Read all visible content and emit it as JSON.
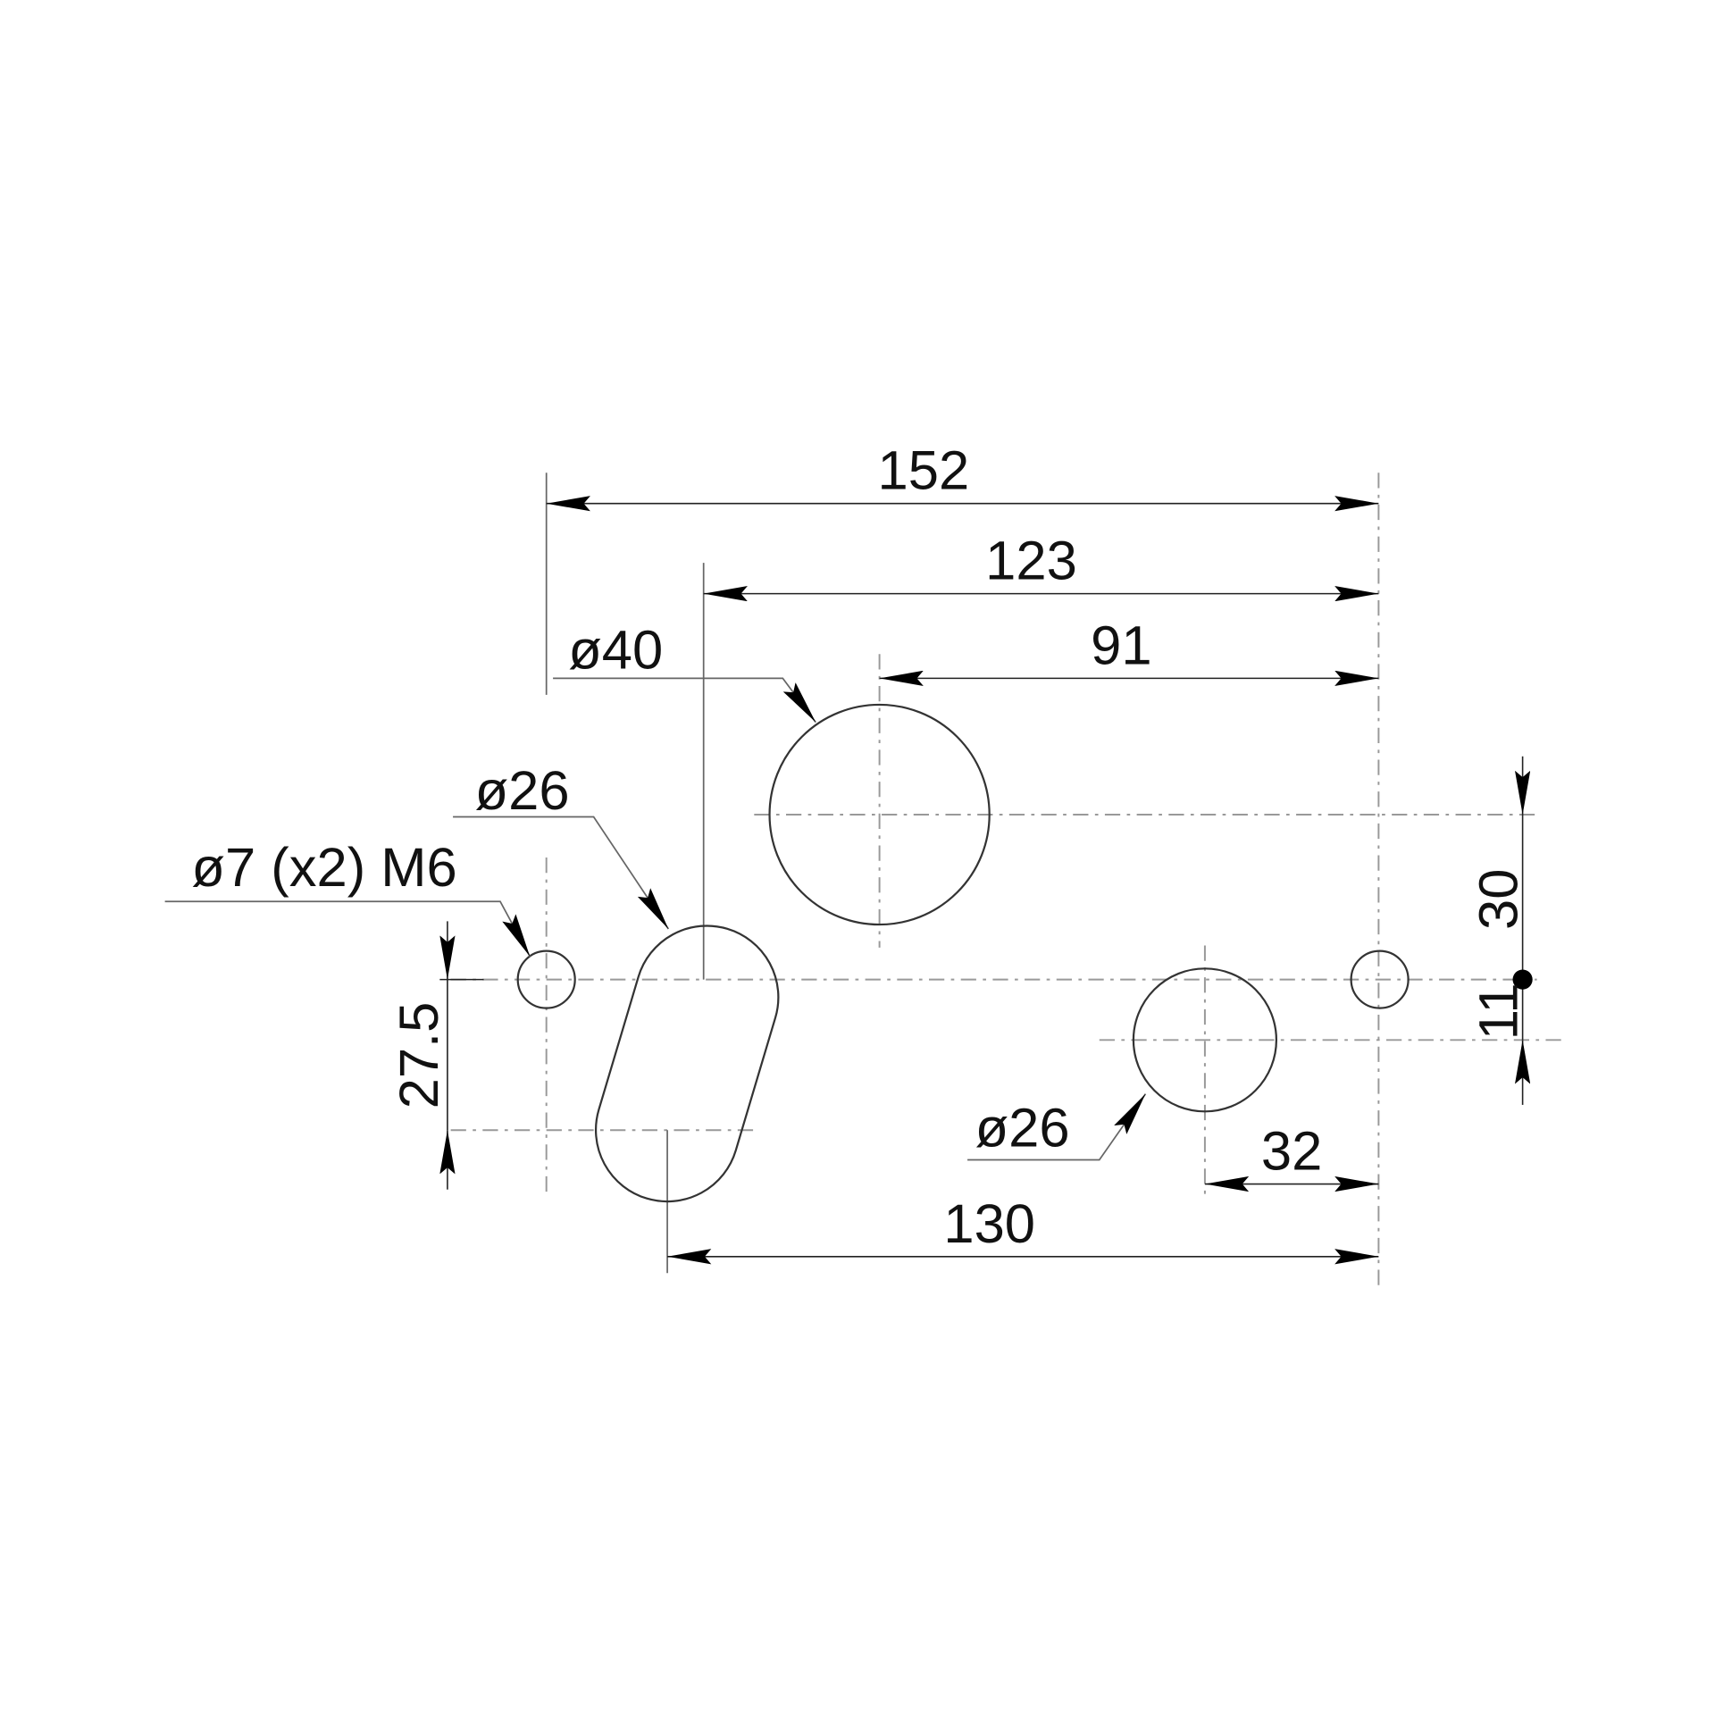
{
  "drawing": {
    "dimensions": {
      "overall_width": "152",
      "slot_to_right": "123",
      "large_hole_to_right": "91",
      "slot_bottom_to_right": "130",
      "small_hole_offset": "32",
      "slot_vertical": "27.5",
      "large_hole_vertical": "30",
      "small_hole_vertical": "11"
    },
    "callouts": {
      "large_hole": "ø40",
      "slot": "ø26",
      "mount_holes": "ø7 (x2) M6",
      "small_hole": "ø26"
    },
    "colors": {
      "line": "#222222",
      "centerline": "#999999",
      "background": "#ffffff"
    }
  }
}
